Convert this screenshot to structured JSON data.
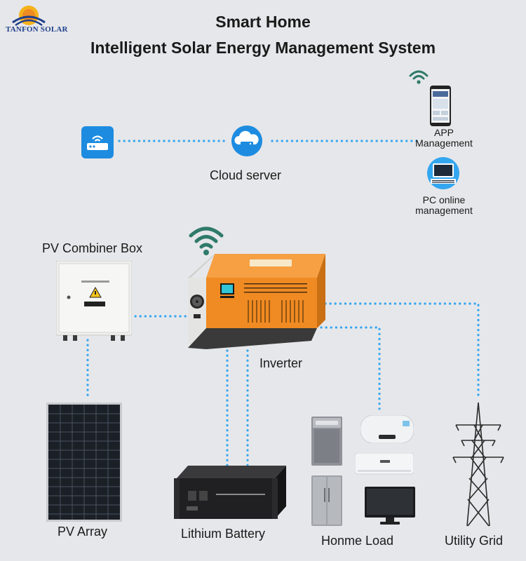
{
  "brand": {
    "name": "TANFON SOLAR"
  },
  "header": {
    "title_line1": "Smart Home",
    "title_line2": "Intelligent Solar Energy Management System"
  },
  "nodes": {
    "cloud": "Cloud server",
    "app": "APP Management",
    "app_line1": "APP",
    "app_line2": "Management",
    "pc_line1": "PC online",
    "pc_line2": "management",
    "combiner": "PV Combiner Box",
    "inverter": "Inverter",
    "pv_array": "PV Array",
    "battery": "Lithium Battery",
    "home_load": "Honme Load",
    "grid": "Utility Grid"
  },
  "colors": {
    "connector": "#33a6f0",
    "inverter_orange": "#f08a22",
    "accent_blue": "#1d8ce0",
    "wifi_green": "#2f7a6a"
  }
}
